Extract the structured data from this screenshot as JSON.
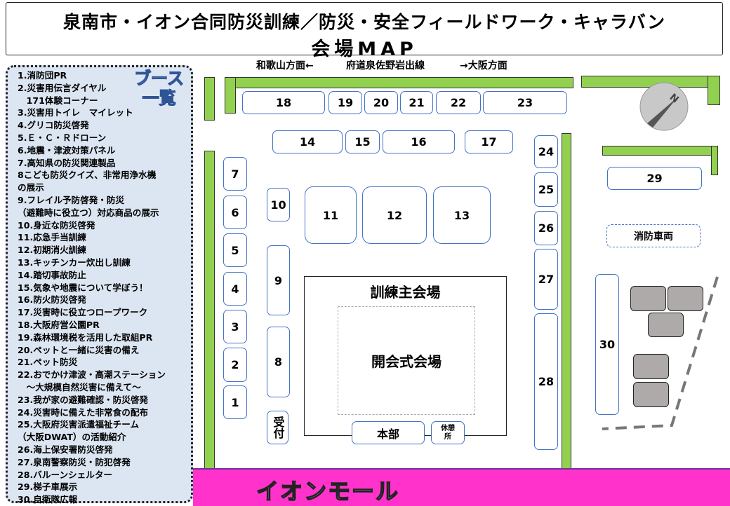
{
  "title": {
    "line1": "泉南市・イオン合同防災訓練／防災・安全フィールドワーク・キャラバン",
    "line2": "会場MAP"
  },
  "road": {
    "west": "和歌山方面←",
    "name": "府道泉佐野岩出線",
    "east": "→大阪方面"
  },
  "sidebar": {
    "heading1": "ブース",
    "heading2": "一覧",
    "items": [
      "1.消防団PR",
      "2.災害用伝言ダイヤル",
      "　171体験コーナー",
      "3.災害用トイレ　マイレット",
      "4.グリコ防災啓発",
      "5.Ｅ・Ｃ・Ｒドローン",
      "6.地震・津波対策パネル",
      "7.高知県の防災関連製品",
      "8こども防災クイズ、非常用浄水機",
      "の展示",
      "9.フレイル予防啓発・防災",
      "（避難時に役立つ）対応商品の展示",
      "10.身近な防災啓発",
      "11.応急手当訓練",
      "12.初期消火訓練",
      "13.キッチンカー炊出し訓練",
      "14.踏切事故防止",
      "15.気象や地震について学ぼう！",
      "16.防火防災啓発",
      "17.災害時に役立つロープワーク",
      "18.大阪府営公園PR",
      "19.森林環境税を活用した取組PR",
      "20.ペットと一緒に災害の備え",
      "21.ペット防災",
      "22.おでかけ津波・高潮ステーション",
      "　～大規模自然災害に備えて～",
      "23.我が家の避難確認・防災啓発",
      "24.災害時に備えた非常食の配布",
      "25.大阪府災害派遣福祉チーム",
      "（大阪DWAT）の活動紹介",
      "26.海上保安署防災啓発",
      "27.泉南警察防災・防犯啓発",
      "28.バルーンシェルター",
      "29.梯子車展示",
      "30.自衛隊広報"
    ]
  },
  "booths": {
    "b1": "1",
    "b2": "2",
    "b3": "3",
    "b4": "4",
    "b5": "5",
    "b6": "6",
    "b7": "7",
    "b8": "8",
    "b9": "9",
    "b10": "10",
    "b11": "11",
    "b12": "12",
    "b13": "13",
    "b14": "14",
    "b15": "15",
    "b16": "16",
    "b17": "17",
    "b18": "18",
    "b19": "19",
    "b20": "20",
    "b21": "21",
    "b22": "22",
    "b23": "23",
    "b24": "24",
    "b25": "25",
    "b26": "26",
    "b27": "27",
    "b28": "28",
    "b29": "29",
    "b30": "30"
  },
  "areas": {
    "reception": "受付",
    "hq": "本部",
    "rest": "休憩所",
    "main_hall": "訓練主会場",
    "ceremony": "開会式会場",
    "fire_vehicles": "消防車両",
    "mall": "イオンモール",
    "compass": "N"
  },
  "colors": {
    "green": "#92d050",
    "booth_border": "#4472c4",
    "mall": "#ff33cc",
    "sidebar": "#dce6f2"
  }
}
